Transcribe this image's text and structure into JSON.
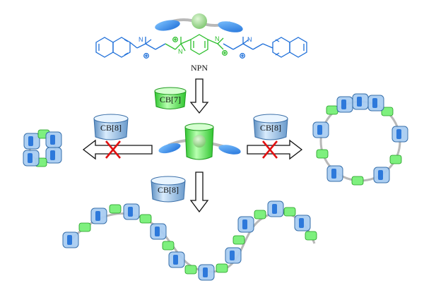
{
  "molecule_label": "NPN",
  "host_cb7": "CB[7]",
  "host_cb8": "CB[8]",
  "colors": {
    "naphthyl_blue": "#1e6fd9",
    "linker_green": "#2dbf2d",
    "cb7_green": "#5fe35f",
    "cb8_blue": "#9ec9f0",
    "block_red": "#e11010"
  },
  "icons": [
    "naphthalene-ring-icon",
    "cucurbituril-ring-icon",
    "down-arrow-icon",
    "left-arrow-icon",
    "right-arrow-icon",
    "blocked-cross-icon"
  ]
}
